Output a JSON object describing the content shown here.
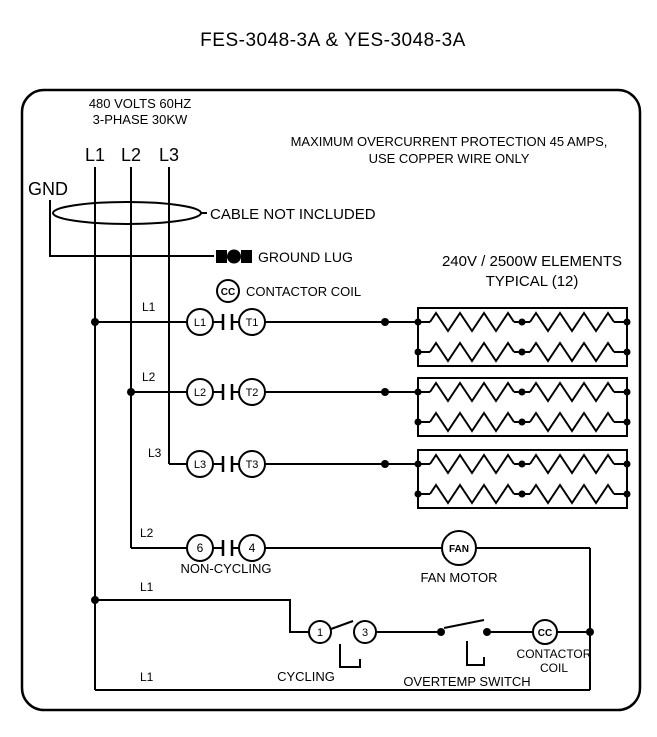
{
  "title": "FES-3048-3A & YES-3048-3A",
  "colors": {
    "ink": "#000000",
    "paper": "#ffffff"
  },
  "header": {
    "supply_line1": "480 VOLTS 60HZ",
    "supply_line2": "3-PHASE 30KW",
    "phase_l1": "L1",
    "phase_l2": "L2",
    "phase_l3": "L3",
    "ground_label": "GND",
    "protection_line1": "MAXIMUM OVERCURRENT PROTECTION 45 AMPS,",
    "protection_line2": "USE COPPER WIRE ONLY",
    "cable_note": "CABLE NOT INCLUDED",
    "ground_lug_label": "GROUND LUG",
    "contactor_coil_symbol": "CC",
    "contactor_coil_label": "CONTACTOR COIL",
    "elements_line1": "240V / 2500W ELEMENTS",
    "elements_line2": "TYPICAL (12)"
  },
  "contactor_rows": [
    {
      "feed": "L1",
      "line_terminal": "L1",
      "load_terminal": "T1"
    },
    {
      "feed": "L2",
      "line_terminal": "L2",
      "load_terminal": "T2"
    },
    {
      "feed": "L3",
      "line_terminal": "L3",
      "load_terminal": "T3"
    }
  ],
  "fan_circuit": {
    "feed": "L2",
    "terminal_in": "6",
    "terminal_out": "4",
    "switch_label": "NON-CYCLING",
    "motor_symbol": "FAN",
    "motor_label": "FAN MOTOR"
  },
  "control_circuit": {
    "feed": "L1",
    "terminal_in": "1",
    "terminal_out": "3",
    "cycling_label": "CYCLING",
    "overtemp_label": "OVERTEMP SWITCH",
    "coil_symbol": "CC",
    "coil_label_line1": "CONTACTOR",
    "coil_label_line2": "COIL"
  },
  "bottom_feed": "L1"
}
